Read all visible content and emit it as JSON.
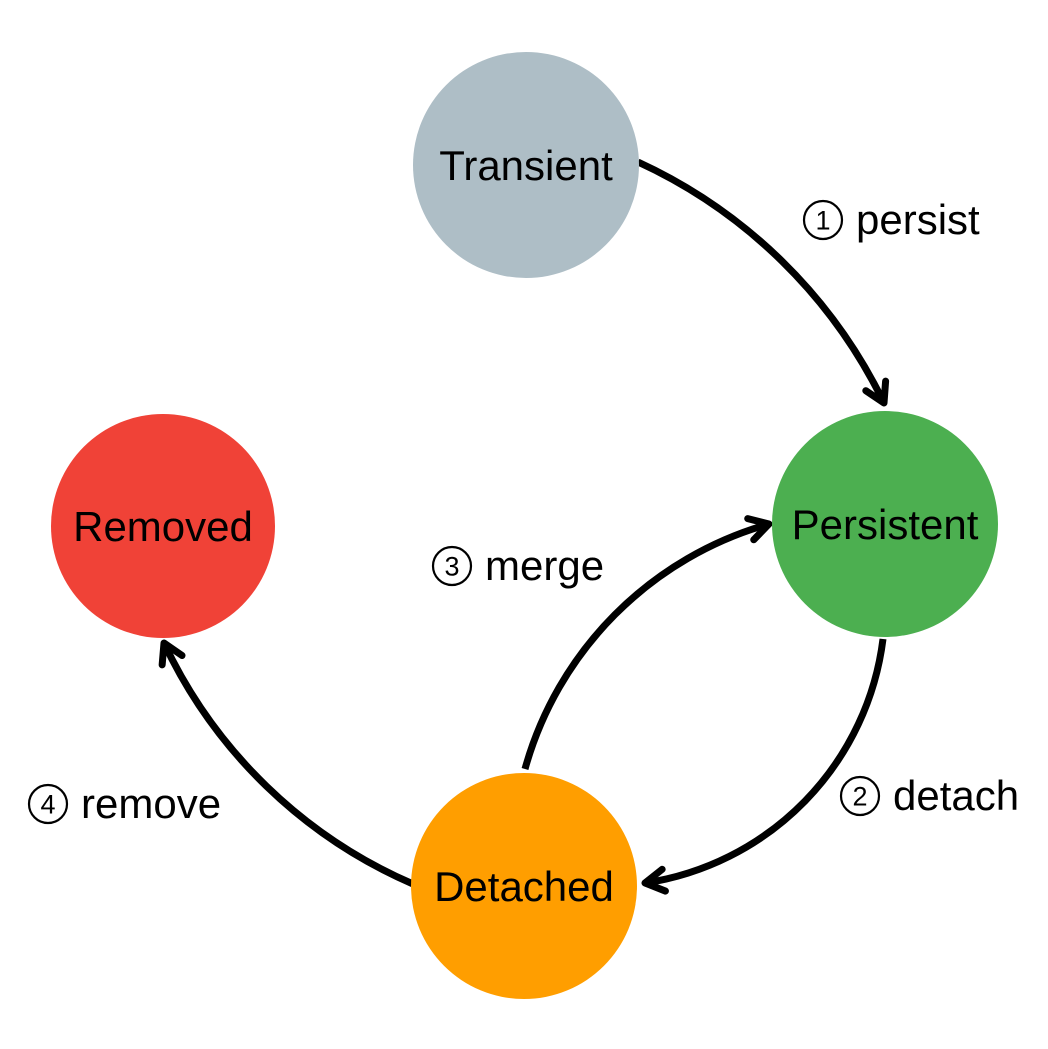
{
  "diagram": {
    "type": "state-diagram",
    "background_color": "#ffffff",
    "arrow_color": "#000000",
    "text_color": "#000000",
    "nodes": [
      {
        "id": "transient",
        "label": "Transient",
        "color": "#aebec6"
      },
      {
        "id": "persistent",
        "label": "Persistent",
        "color": "#4caf50"
      },
      {
        "id": "detached",
        "label": "Detached",
        "color": "#ff9e00"
      },
      {
        "id": "removed",
        "label": "Removed",
        "color": "#f04237"
      }
    ],
    "transitions": [
      {
        "number": "1",
        "label": "persist",
        "from": "transient",
        "to": "persistent"
      },
      {
        "number": "2",
        "label": "detach",
        "from": "persistent",
        "to": "detached"
      },
      {
        "number": "3",
        "label": "merge",
        "from": "detached",
        "to": "persistent"
      },
      {
        "number": "4",
        "label": "remove",
        "from": "detached",
        "to": "removed"
      }
    ]
  }
}
